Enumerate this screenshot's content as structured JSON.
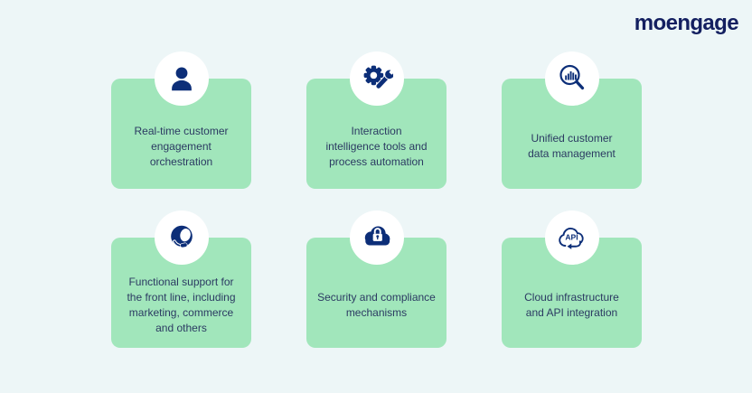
{
  "brand": {
    "logo_text": "moengage"
  },
  "colors": {
    "background": "#edf6f7",
    "card_green": "#a1e6bb",
    "circle_white": "#ffffff",
    "icon_navy": "#0c2e78",
    "text_navy": "#2b3a62",
    "logo_navy": "#131f60"
  },
  "icon_labels": {
    "api_text": "API"
  },
  "cards": [
    {
      "icon": "user-icon",
      "text": "Real-time customer\nengagement\norchestration"
    },
    {
      "icon": "gear-wrench-icon",
      "text": "Interaction\nintelligence tools and\nprocess automation"
    },
    {
      "icon": "magnifier-bar-chart-icon",
      "text": "Unified customer\ndata management"
    },
    {
      "icon": "support-agent-icon",
      "text": "Functional support for\nthe front line, including\nmarketing, commerce\nand others"
    },
    {
      "icon": "cloud-lock-icon",
      "text": "Security and compliance\nmechanisms"
    },
    {
      "icon": "cloud-api-icon",
      "text": "Cloud infrastructure\nand API integration"
    }
  ]
}
